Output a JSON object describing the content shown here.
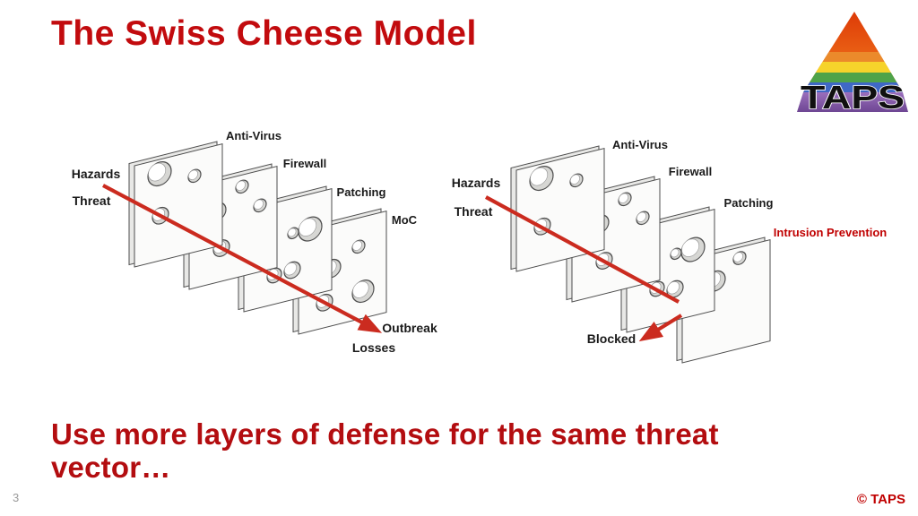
{
  "slide": {
    "title": "The Swiss Cheese Model",
    "message_lines": [
      "Use more layers of defense for the same threat",
      "vector…"
    ],
    "page_number": "3",
    "copyright": "© TAPS"
  },
  "logo": {
    "text": "TAPS",
    "band_colors": [
      "#E04008",
      "#F58220",
      "#EB8A2B",
      "#F6D32B",
      "#4FA349",
      "#3F68C5",
      "#7C52A1"
    ]
  },
  "diagram_left": {
    "hazards_label": "Hazards",
    "threat_label": "Threat",
    "layers": [
      "Anti-Virus",
      "Firewall",
      "Patching",
      "MoC"
    ],
    "outcome_labels": {
      "primary": "Outbreak",
      "secondary": "Losses"
    }
  },
  "diagram_right": {
    "hazards_label": "Hazards",
    "threat_label": "Threat",
    "layers": [
      "Anti-Virus",
      "Firewall",
      "Patching",
      "Intrusion Prevention"
    ],
    "outcome_label": "Blocked"
  },
  "colors": {
    "title_red": "#C20B0E",
    "message_red": "#B30D10",
    "arrow_red": "#CB2B1F",
    "highlight_label_red": "#C00000",
    "page_number_gray": "#9A9A9A"
  }
}
